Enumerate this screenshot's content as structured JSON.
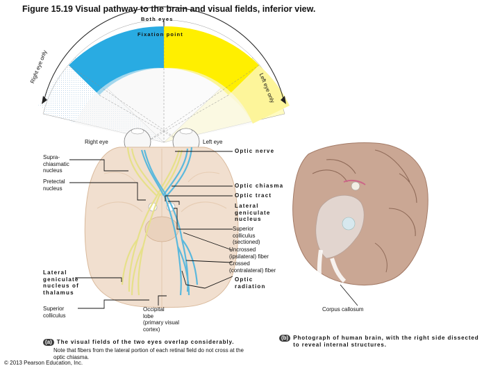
{
  "title": "Figure 15.19 Visual pathway to the brain and visual fields, inferior view.",
  "fields": {
    "both_eyes": "Both eyes",
    "fixation_point": "Fixation point",
    "right_eye_only": "Right eye only",
    "left_eye_only": "Left eye only"
  },
  "labels": {
    "right_eye": "Right eye",
    "left_eye": "Left eye",
    "optic_nerve": "Optic nerve",
    "suprachiasmatic": "Supra-\nchiasmatic\nnucleus",
    "pretectal": "Pretectal\nnucleus",
    "optic_chiasma": "Optic chiasma",
    "optic_tract": "Optic tract",
    "lgn_right": "Lateral\ngeniculate\nnucleus",
    "superior_colliculus_sectioned": "Superior\ncolliculus\n(sectioned)",
    "uncrossed": "Uncrossed\n(ipsilateral) fiber",
    "crossed": "Crossed\n(contralateral) fiber",
    "lgn_thalamus": "Lateral\ngeniculate\nnucleus of\nthalamus",
    "optic_radiation": "Optic\nradiation",
    "superior_colliculus": "Superior\ncolliculus",
    "occipital_lobe": "Occipital\nlobe\n(primary visual\ncortex)",
    "corpus_callosum": "Corpus callosum"
  },
  "captions": {
    "a_marker": "(a)",
    "a_bold": "The visual fields of the two eyes overlap considerably.",
    "a_rest": "Note that fibers from the lateral portion of each retinal field do not cross at the optic chiasma.",
    "b_marker": "(b)",
    "b_text": "Photograph of human brain, with the right side dissected to reveal internal structures."
  },
  "copyright": "© 2013 Pearson Education, Inc.",
  "colors": {
    "right_field": "#29abe2",
    "left_field": "#ffef00",
    "right_pathway": "#5bb8dc",
    "left_pathway": "#e6e08a",
    "brain_tissue": "#f1dfcf"
  }
}
